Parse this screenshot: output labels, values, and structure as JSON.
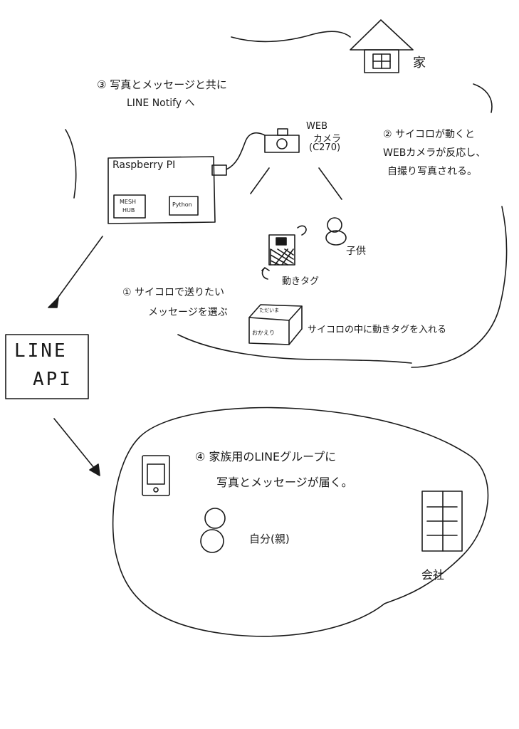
{
  "house": {
    "label": "家"
  },
  "office": {
    "label": "会社"
  },
  "steps": {
    "step1": {
      "line1": "① サイコロで送りたい",
      "line2": "メッセージを選ぶ"
    },
    "step2": {
      "line1": "② サイコロが動くと",
      "line2": "WEBカメラが反応し、",
      "line3": "自撮り写真される。"
    },
    "step3": {
      "line1": "③ 写真とメッセージと共に",
      "line2": "LINE Notify へ"
    },
    "step4": {
      "line1": "④ 家族用のLINEグループに",
      "line2": "写真とメッセージが届く。"
    }
  },
  "raspberry": {
    "title": "Raspberry PI",
    "mesh_line1": "MESH",
    "mesh_line2": "HUB",
    "python": "Python"
  },
  "webcam": {
    "line1": "WEB",
    "line2": "カメラ",
    "line3": "(C270)"
  },
  "child": {
    "label": "子供"
  },
  "tag": {
    "label": "動きタグ"
  },
  "dice": {
    "face_top": "ただいま",
    "face_front": "おかえり",
    "caption": "サイコロの中に動きタグを入れる"
  },
  "line_api": {
    "line1": "LINE",
    "line2": "API"
  },
  "parent": {
    "label": "自分(親)"
  }
}
